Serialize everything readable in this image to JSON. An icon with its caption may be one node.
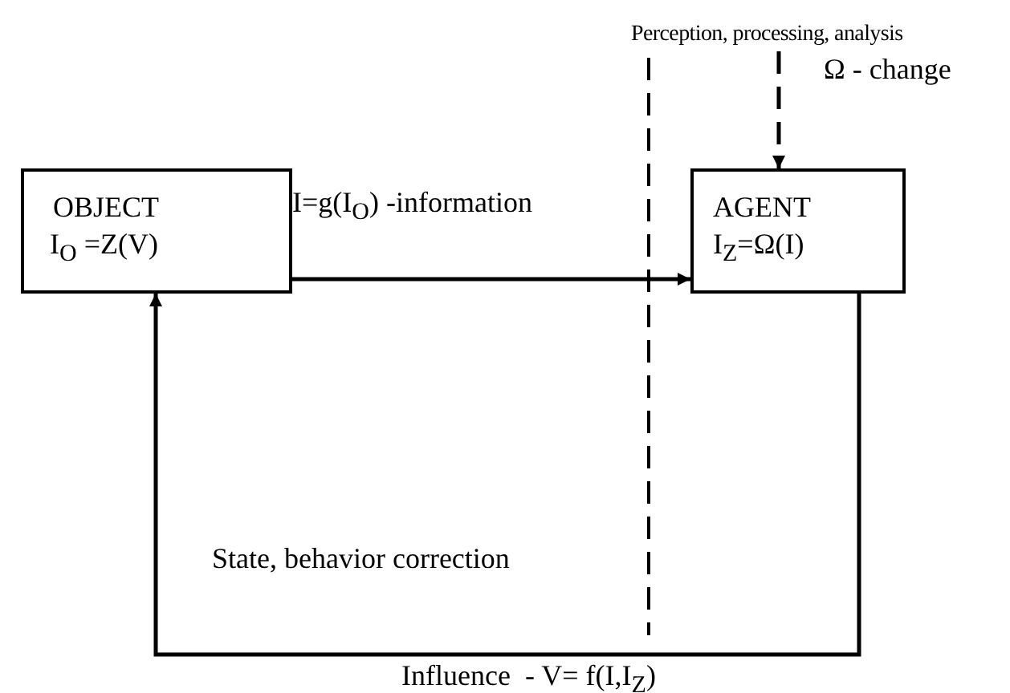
{
  "diagram": {
    "nodes": [
      {
        "text": [
          "OBJECT",
          "I$_{O}$ =Z(V)"
        ]
      },
      {
        "text": [
          "AGENT",
          "I$_{Z}$=Ω(I)"
        ]
      },
      {
        "text": [
          "Perception, processing, analysis"
        ]
      }
    ],
    "edges": [
      {
        "from": 0,
        "to": 1,
        "arrow": "to",
        "label": "I=g(I$_{O}$) -information"
      },
      {
        "from": 1,
        "to": 0,
        "arrow": "to",
        "label": "State, behavior correction"
      },
      {
        "from": 2,
        "to": 1,
        "arrow": "to",
        "style": "dashed",
        "label": "Ω - change"
      }
    ],
    "labels": [
      "Influence  - V= f(I,I$_{Z}$)"
    ]
  }
}
